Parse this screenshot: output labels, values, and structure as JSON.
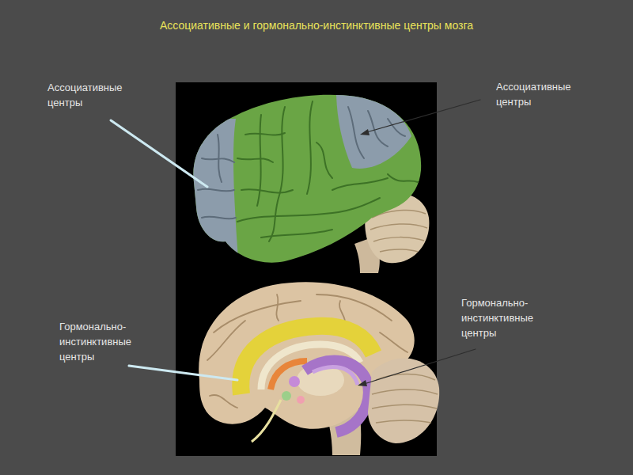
{
  "diagram": {
    "title": "Ассоциативные и гормонально-инстинктивные центры мозга",
    "labels": [
      "Ассоциативные центры",
      "Ассоциативные центры",
      "Гормонально-инстинктивные центры",
      "Гормонально-инстинктивные центры"
    ]
  }
}
